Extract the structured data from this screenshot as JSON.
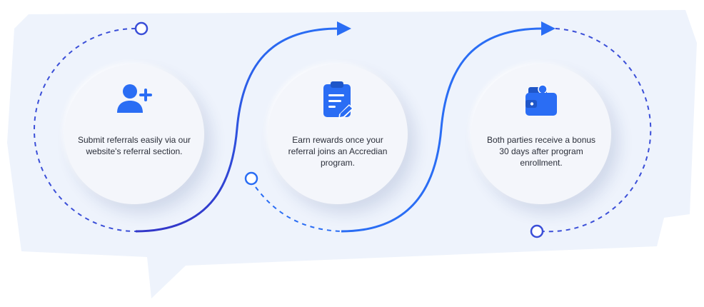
{
  "colors": {
    "accent": "#2a6df4",
    "accent_dark": "#3237c9",
    "dashed": "#3b4fd8",
    "blob": "#eef3fc",
    "circle": "#f4f6fb",
    "text": "#2b2f3a"
  },
  "steps": [
    {
      "icon": "add-user-icon",
      "text": "Submit referrals easily via our website's referral section."
    },
    {
      "icon": "clipboard-edit-icon",
      "text": "Earn rewards once your referral joins an Accredian program."
    },
    {
      "icon": "wallet-icon",
      "text": "Both parties receive a bonus 30 days after program enrollment."
    }
  ]
}
